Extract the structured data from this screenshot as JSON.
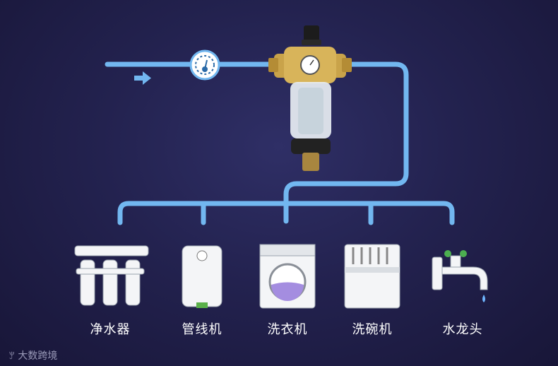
{
  "appliances": [
    {
      "label": "净水器",
      "icon": "ro-purifier-icon"
    },
    {
      "label": "管线机",
      "icon": "pipeline-dispenser-icon"
    },
    {
      "label": "洗衣机",
      "icon": "washing-machine-icon"
    },
    {
      "label": "洗碗机",
      "icon": "dishwasher-icon"
    },
    {
      "label": "水龙头",
      "icon": "faucet-icon"
    }
  ],
  "watermark": {
    "text": "大数跨境"
  },
  "colors": {
    "pipe": "#72b7f0",
    "background": "#23224f",
    "brass": "#c9a34a"
  }
}
